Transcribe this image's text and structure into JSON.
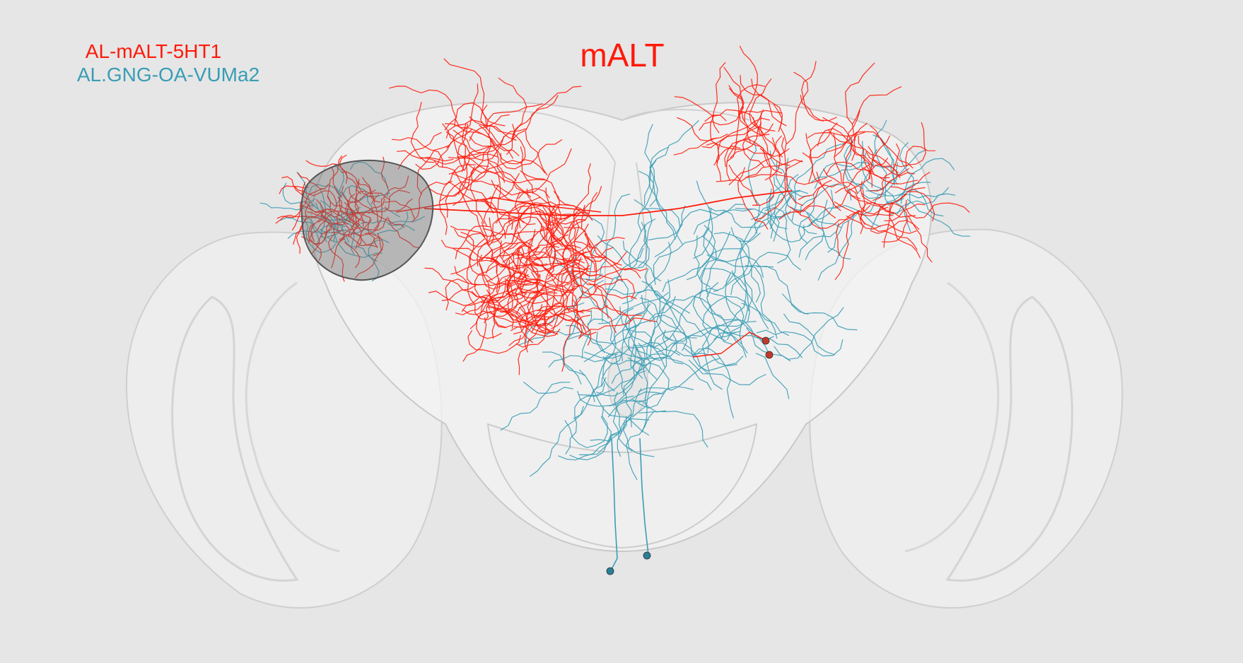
{
  "title": "mALT",
  "legend": [
    {
      "label": "AL-mALT-5HT1",
      "color": "#ff1a0a"
    },
    {
      "label": "AL.GNG-OA-VUMa2",
      "color": "#3a9db5"
    }
  ],
  "colors": {
    "background": "#e6e6e6",
    "mesh_fill": "#f2f2f2",
    "mesh_stroke": "#c8c8c8",
    "highlight_neuropil": "#6e6e6e"
  }
}
